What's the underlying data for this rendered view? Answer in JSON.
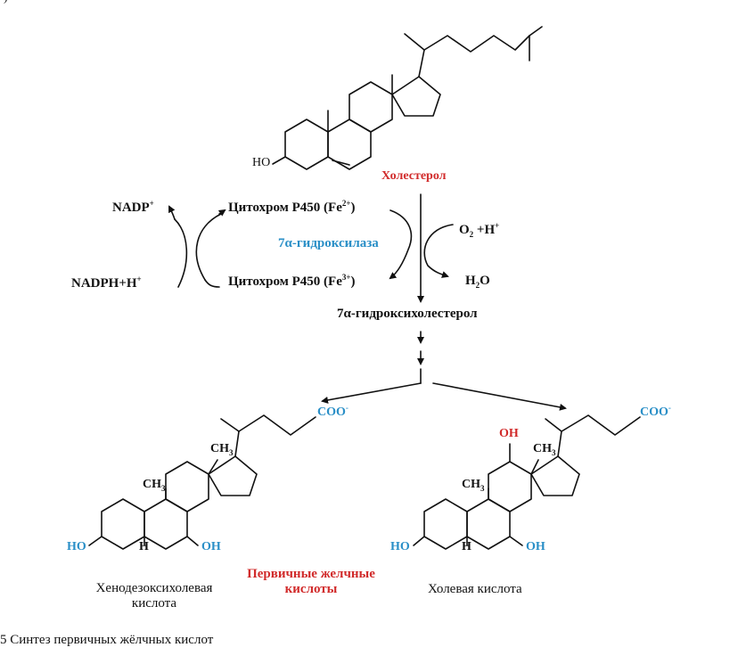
{
  "fragment_top": ")",
  "cholesterol": {
    "name": "Холестерол",
    "ho": "HO"
  },
  "reaction": {
    "nadp": "NADP",
    "nadp_sup": "+",
    "nadph": "NADPH+H",
    "nadph_sup": "+",
    "cyt_top": "Цитохром Р450 (Fe",
    "cyt_top_sup": "2+",
    "cyt_bottom": "Цитохром Р450 (Fe",
    "cyt_bottom_sup": "3+",
    "close_paren": ")",
    "enzyme": "7α-гидроксилаза",
    "o2": "O",
    "o2_sub": "2",
    "o2_rest": " +H",
    "o2_sup": "+",
    "h2o_h": "H",
    "h2o_sub": "2",
    "h2o_o": "O",
    "product": "7α-гидроксихолестерол"
  },
  "left_acid": {
    "coo": "COO",
    "coo_sup": "-",
    "ch3_a": "CH",
    "ch3_a_sub": "3",
    "ch3_b": "CH",
    "ch3_b_sub": "3",
    "ho": "HO",
    "h": "H",
    "oh": "OH",
    "name_line1": "Хенодезоксихолевая",
    "name_line2": "кислота"
  },
  "right_acid": {
    "coo": "COO",
    "coo_sup": "-",
    "oh_top": "OH",
    "ch3_a": "CH",
    "ch3_a_sub": "3",
    "ch3_b": "CH",
    "ch3_b_sub": "3",
    "ho": "HO",
    "h": "H",
    "oh": "OH",
    "name": "Холевая кислота"
  },
  "primary_bile_acids": {
    "line1": "Первичные желчные",
    "line2": "кислоты"
  },
  "caption": "5  Синтез первичных жёлчных кислот",
  "colors": {
    "red": "#d12b2b",
    "blue": "#2a8fc7",
    "ink": "#111111"
  }
}
